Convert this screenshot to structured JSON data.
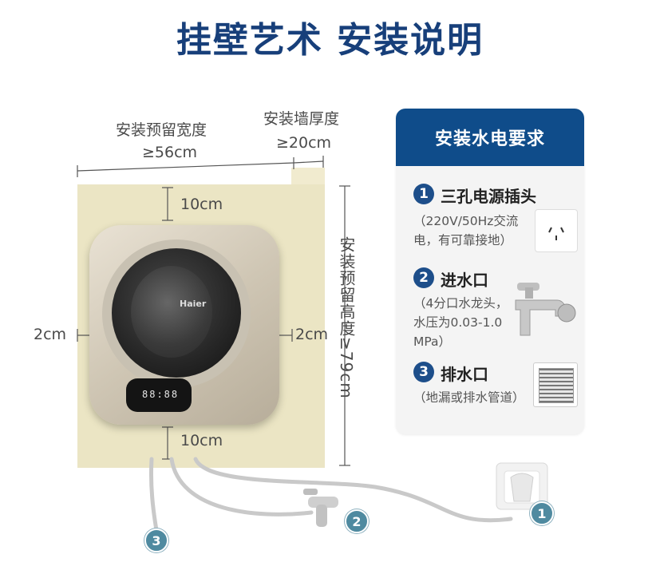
{
  "title": "挂壁艺术 安装说明",
  "dims": {
    "reserve_width_label": "安装预留宽度",
    "reserve_width_value": "≥56cm",
    "wall_thickness_label": "安装墙厚度",
    "wall_thickness_value": "≥20cm",
    "top_gap": "10cm",
    "bottom_gap": "10cm",
    "left_gap": "2cm",
    "right_gap": "2cm",
    "reserve_height": "安装预留高度≥79cm"
  },
  "machine": {
    "brand": "Haier",
    "display_digits": "88:88"
  },
  "requirements": {
    "header": "安装水电要求",
    "items": [
      {
        "num": "1",
        "title": "三孔电源插头",
        "desc_line1": "（220V/50Hz交流",
        "desc_line2": "电，有可靠接地）",
        "icon": "outlet-icon"
      },
      {
        "num": "2",
        "title": "进水口",
        "desc_line1": "（4分口水龙头，",
        "desc_line2": "水压为0.03-1.0",
        "desc_line3": "MPa）",
        "icon": "faucet-icon"
      },
      {
        "num": "3",
        "title": "排水口",
        "desc_line1": "（地漏或排水管道）",
        "icon": "floor-drain-icon"
      }
    ]
  },
  "badges": {
    "drain": "3",
    "inlet": "2",
    "power": "1"
  },
  "colors": {
    "title": "#173f7a",
    "card_header": "#0f4c8a",
    "num_circle": "#1d4e8a",
    "wall": "#ebe5c4",
    "badge": "#4f8aa0"
  }
}
